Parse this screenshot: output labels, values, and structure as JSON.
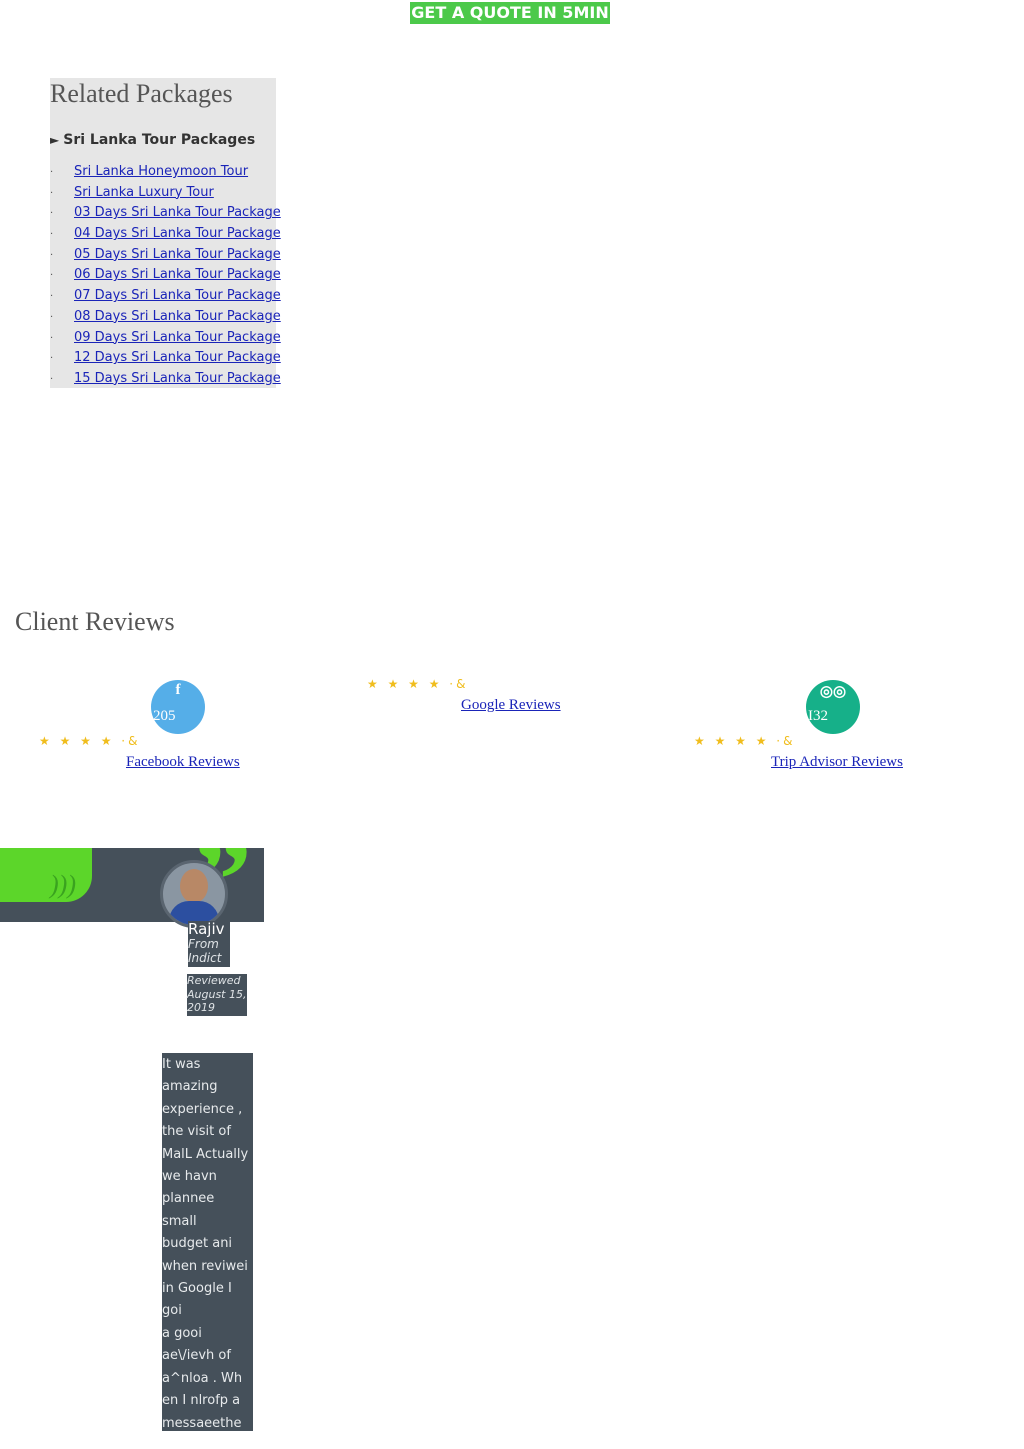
{
  "header": {
    "quote_button": "GET A QUOTE IN 5MIN"
  },
  "related": {
    "title": "Related Packages",
    "subtitle": "Sri Lanka Tour Packages",
    "items": [
      "Sri Lanka Honeymoon Tour",
      "Sri Lanka Luxury Tour",
      "03 Days Sri Lanka Tour Package",
      "04 Days Sri Lanka Tour Package",
      "05 Days Sri Lanka Tour Package",
      "06 Days Sri Lanka Tour Package",
      "07 Days Sri Lanka Tour Package",
      "08 Days Sri Lanka Tour Package",
      "09 Days Sri Lanka Tour Package",
      "12 Days Sri Lanka Tour Package",
      "15 Days Sri Lanka Tour Package"
    ]
  },
  "reviews": {
    "title": "Client Reviews",
    "stars_text": "★ ★ ★ ★ ·&",
    "facebook": {
      "count": "205",
      "label": "Facebook Reviews",
      "icon": "facebook-icon",
      "color": "#55aee8"
    },
    "google": {
      "label": "Google Reviews"
    },
    "tripadvisor": {
      "count": "I32",
      "label": "Trip Advisor Reviews",
      "icon": "tripadvisor-icon",
      "color": "#16b089"
    }
  },
  "testimonial": {
    "name": "Rajiv",
    "from": "From Indict",
    "date": "Reviewed August 15, 2019",
    "text": "It was\namazing\nexperience ,\nthe visit of\nMalL Actually\nwe havn\nplannee small\nbudget ani\nwhen reviwei\nin Google I goi\na gooi\nae\\/ievh of\na^nloa . Wh\nen I nlrofp a\nmessaeethe\nrep l y wa g so\nfast sna all"
  },
  "colors": {
    "accent_green": "#4cc94a",
    "link": "#1a24b8",
    "star": "#f0bd1d",
    "panel_dark": "#45505a"
  }
}
